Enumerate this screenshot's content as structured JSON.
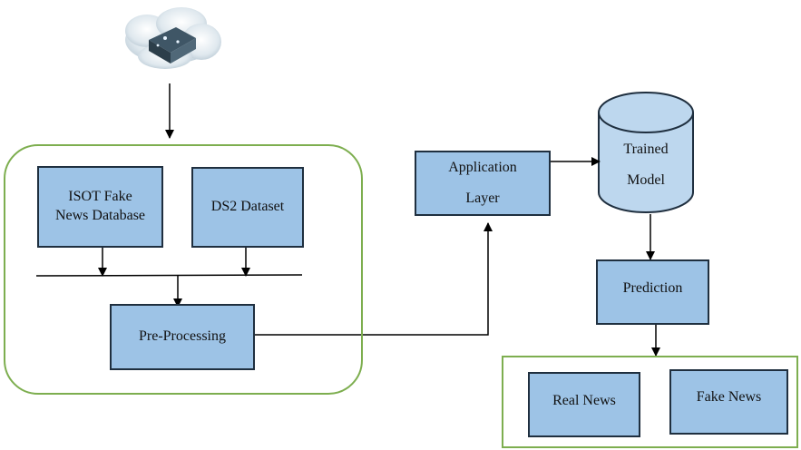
{
  "diagram": {
    "source": {
      "icon": "cloud-database-icon"
    },
    "nodes": {
      "isot": {
        "line1": "ISOT Fake",
        "line2": "News Database"
      },
      "ds2": {
        "label": "DS2 Dataset"
      },
      "preprocessing": {
        "label": "Pre-Processing"
      },
      "application": {
        "line1": "Application",
        "line2": "Layer"
      },
      "trained_model": {
        "line1": "Trained",
        "line2": "Model"
      },
      "prediction": {
        "label": "Prediction"
      },
      "real_news": {
        "label": "Real News"
      },
      "fake_news": {
        "label": "Fake News"
      }
    },
    "colors": {
      "box_fill": "#9dc3e6",
      "box_border": "#1f2f3f",
      "group_border": "#7dae4f",
      "cylinder_fill": "#bdd7ee",
      "arrow": "#000000"
    }
  }
}
